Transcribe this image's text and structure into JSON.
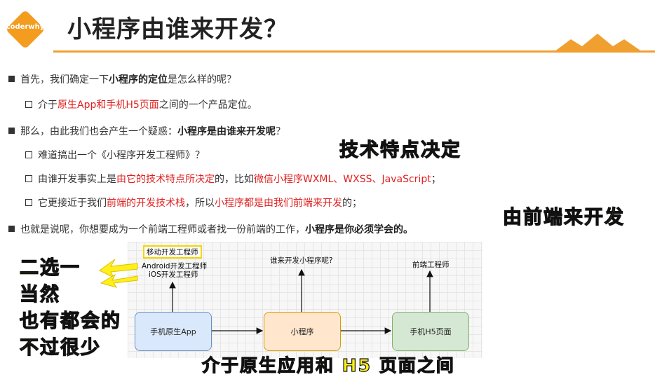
{
  "logo": {
    "text": "coderwhy"
  },
  "title": "小程序由谁来开发？",
  "bullets": {
    "b1": {
      "a": "首先，我们确定一下",
      "b": "小程序的定位",
      "c": "是怎么样的呢？"
    },
    "b2": {
      "a": "介于",
      "b": "原生App和手机H5页面",
      "c": "之间的一个产品定位。"
    },
    "b3": {
      "a": "那么，由此我们也会产生一个疑惑：",
      "b": "小程序是由谁来开发呢",
      "c": "？"
    },
    "b4": {
      "a": "难道搞出一个《小程序开发工程师》？"
    },
    "b5": {
      "a": "由谁开发事实上是",
      "b": "由它的技术特点所决定",
      "c": "的，比如",
      "d": "微信小程序WXML、WXSS、JavaScript",
      "e": "；"
    },
    "b6": {
      "a": "它更接近于我们",
      "b": "前端的开发技术栈",
      "c": "，所以",
      "d": "小程序都是由我们前端来开发",
      "e": "的；"
    },
    "b7": {
      "a": "也就是说呢，你想要成为一个前端工程师或者找一份前端的工作，",
      "b": "小程序是你必须学会的。"
    }
  },
  "handwritten": {
    "tech": "技术特点决定",
    "frontend": "由前端来开发",
    "side": [
      "二选一",
      "当然",
      "也有都会的",
      "不过很少"
    ],
    "bottom": "介于原生应用和 H5 页面之间"
  },
  "diagram": {
    "box_native": "手机原生App",
    "box_mini": "小程序",
    "box_h5": "手机H5页面",
    "label_mobile": "移动开发工程师",
    "label_android": "Android开发工程师",
    "label_ios": "iOS开发工程师",
    "label_who": "谁来开发小程序呢?",
    "label_fe": "前端工程师"
  },
  "colors": {
    "accent": "#f0a030",
    "highlight_red": "#e02020",
    "handwriting": "#ffef1a"
  }
}
